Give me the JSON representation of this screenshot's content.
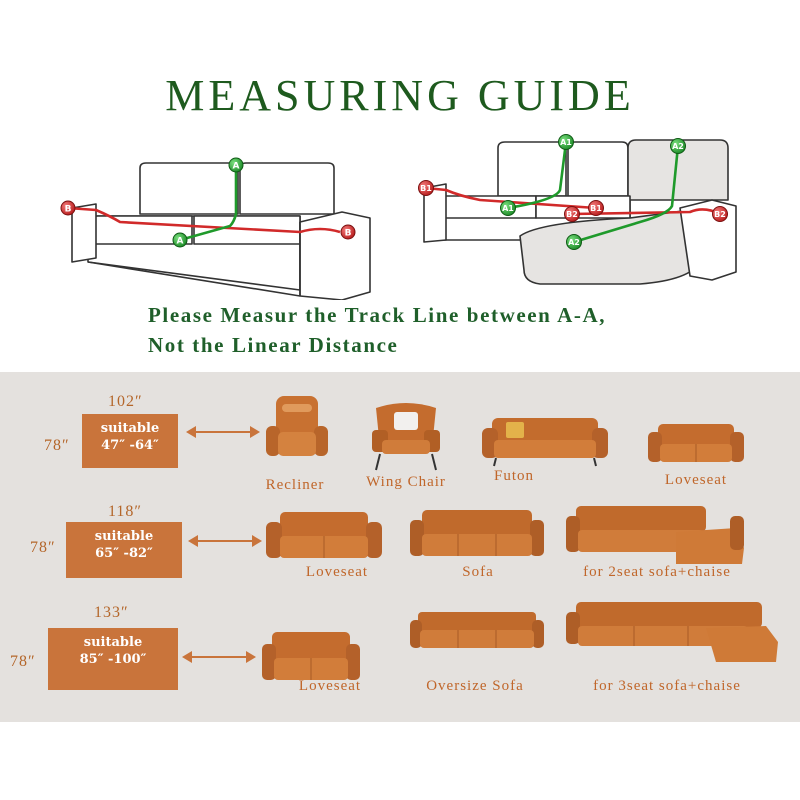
{
  "title": "MEASURING GUIDE",
  "diagram": {
    "labels": {
      "a": "A",
      "b": "B",
      "a1": "A1",
      "a2": "A2",
      "b1": "B1",
      "b2": "B2"
    },
    "colors": {
      "track_a": "#1f9a2b",
      "track_b": "#d12a2a",
      "outline": "#333333",
      "sofa_fill": "#ffffff",
      "chaise_fill": "#e6e4e2"
    }
  },
  "note": {
    "line1": "Please Measur the Track Line between A-A,",
    "line2": "Not the Linear Distance"
  },
  "colors": {
    "title": "#1e5a1e",
    "accent": "#c9743b",
    "panel": "#e4e1de"
  },
  "sizes": [
    {
      "width": "102″",
      "height": "78″",
      "suitable": "suitable",
      "range": "47″ -64″",
      "products": [
        {
          "name": "Recliner"
        },
        {
          "name": "Wing Chair"
        },
        {
          "name": "Futon"
        },
        {
          "name": "Loveseat"
        }
      ]
    },
    {
      "width": "118″",
      "height": "78″",
      "suitable": "suitable",
      "range": "65″ -82″",
      "products": [
        {
          "name": "Loveseat"
        },
        {
          "name": "Sofa"
        },
        {
          "name": "for 2seat sofa+chaise"
        }
      ]
    },
    {
      "width": "133″",
      "height": "78″",
      "suitable": "suitable",
      "range": "85″ -100″",
      "products": [
        {
          "name": "Loveseat"
        },
        {
          "name": "Oversize Sofa"
        },
        {
          "name": "for 3seat sofa+chaise"
        }
      ]
    }
  ]
}
